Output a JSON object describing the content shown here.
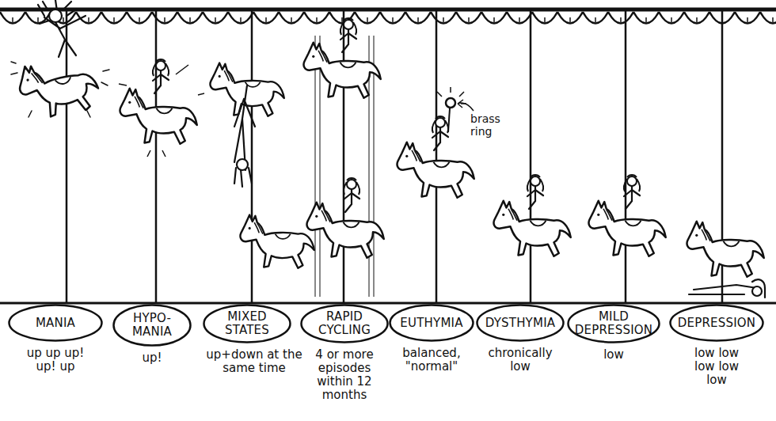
{
  "diagram": {
    "nodes": [
      {
        "text": [
          "MANIA",
          "up up up! up! up"
        ]
      },
      {
        "text": [
          "HYPO-MANIA",
          "up!"
        ]
      },
      {
        "text": [
          "MIXED STATES",
          "up+down at the same time"
        ]
      },
      {
        "text": [
          "RAPID CYCLING",
          "4 or more episodes within 12 months"
        ]
      },
      {
        "text": [
          "EUTHYMIA",
          "balanced, \"normal\""
        ]
      },
      {
        "text": [
          "DYSTHYMIA",
          "chronically low"
        ]
      },
      {
        "text": [
          "MILD DEPRESSION",
          "low"
        ]
      },
      {
        "text": [
          "DEPRESSION",
          "low low low low low"
        ]
      }
    ],
    "labels": [
      "brass ring"
    ]
  }
}
